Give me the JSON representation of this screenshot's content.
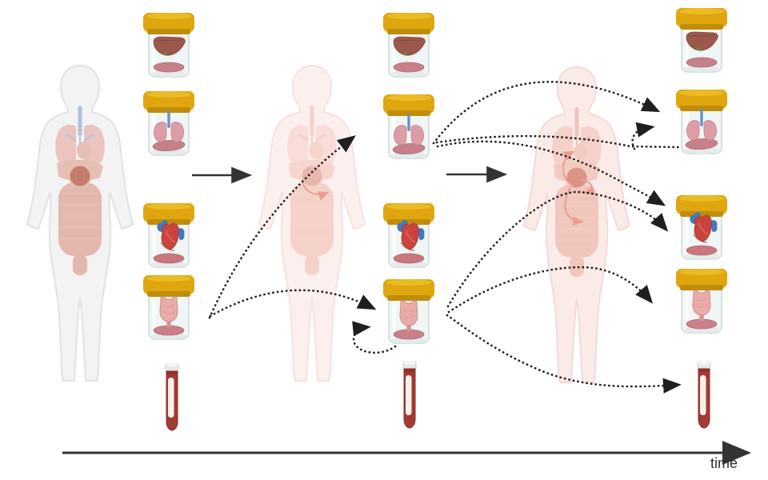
{
  "figure": {
    "kind": "longitudinal-specimen-sampling-diagram",
    "time_axis": {
      "label": "time"
    },
    "timepoints": [
      {
        "name": "timepoint-1",
        "body_icon": "patient-silhouette-grey",
        "specimens": [
          "liver-jar",
          "lungs-jar",
          "heart-jar",
          "thyroid-jar",
          "blood-tube"
        ]
      },
      {
        "name": "timepoint-2",
        "body_icon": "patient-silhouette-pink-faint",
        "specimens": [
          "liver-jar",
          "lungs-jar",
          "heart-jar",
          "thyroid-jar",
          "blood-tube"
        ]
      },
      {
        "name": "timepoint-3",
        "body_icon": "patient-silhouette-pink",
        "specimens": [
          "liver-jar",
          "lungs-jar",
          "heart-jar",
          "thyroid-jar",
          "blood-tube"
        ]
      }
    ],
    "colors": {
      "jar_lid": "#DFA60F",
      "jar_glass": "#F0F5F5",
      "liver": "#9B594C",
      "lungs": "#DD9DA6",
      "heart": "#C8443C",
      "vessels": "#3F7AC0",
      "thyroid": "#E9ACA9",
      "tissue_slab": "#C5808A",
      "blood": "#A23B33",
      "dashed_arrow": "#1f1f1f",
      "solid_arrow": "#333333",
      "spread_arrow_pink": "#EC9C93"
    }
  }
}
